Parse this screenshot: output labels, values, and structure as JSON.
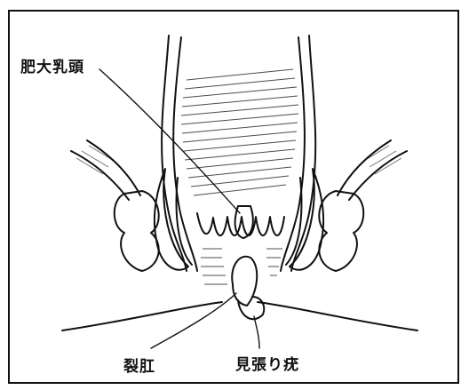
{
  "labels": {
    "hypertrophic_papilla": "肥大乳頭",
    "anal_fissure": "裂肛",
    "sentinel_pile": "見張り疣"
  },
  "colors": {
    "ink": "#111111",
    "paper": "#ffffff"
  }
}
